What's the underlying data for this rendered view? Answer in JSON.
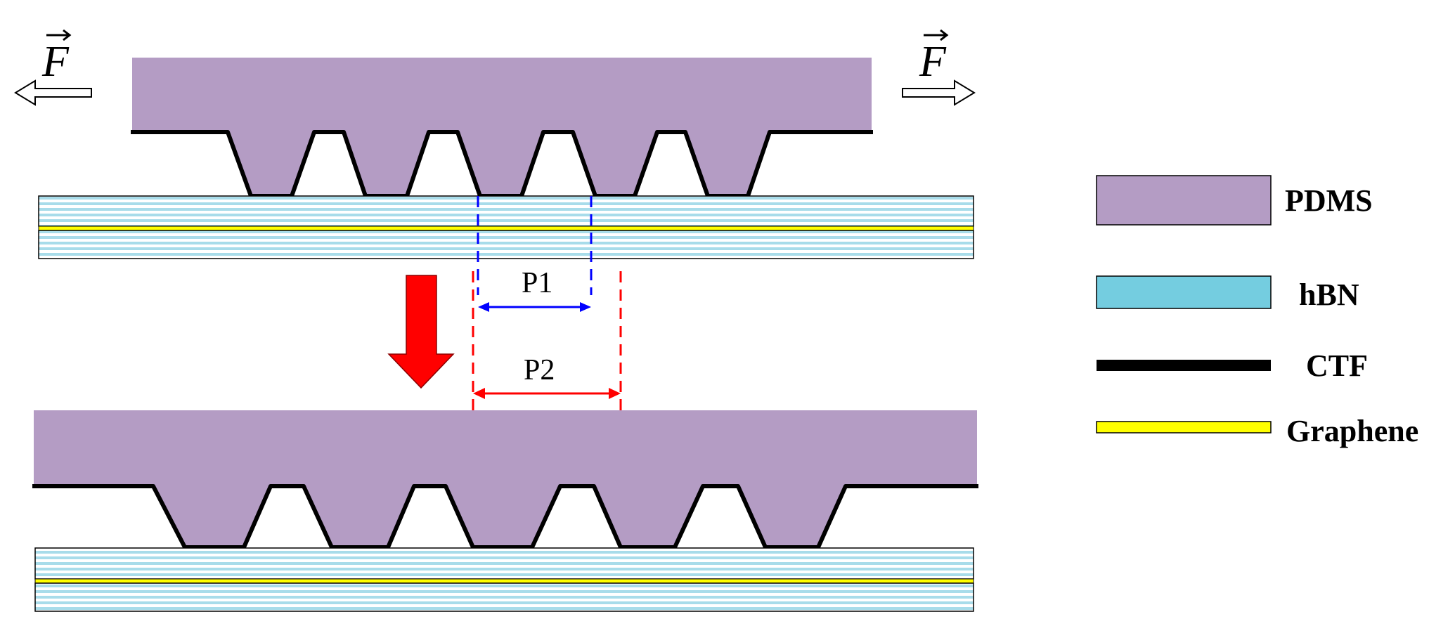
{
  "colors": {
    "pdms": "#b49cc4",
    "hbn": "#74cde0",
    "hbn_line": "#9ed9e8",
    "ctf": "#000000",
    "graphene": "#ffff00",
    "p1": "#0000ff",
    "p2": "#ff0000",
    "big_arrow": "#ff0000",
    "force_arrow_fill": "#ffffff"
  },
  "force": {
    "left_label": "F",
    "right_label": "F",
    "vector_glyph": "⃗"
  },
  "dimensions": {
    "p1_label": "P1",
    "p2_label": "P2"
  },
  "legend": {
    "items": [
      {
        "key": "pdms",
        "label": "PDMS"
      },
      {
        "key": "hbn",
        "label": "hBN"
      },
      {
        "key": "ctf",
        "label": "CTF"
      },
      {
        "key": "graphene",
        "label": "Graphene"
      }
    ]
  },
  "icons": {
    "left_force": "left-hollow-arrow-icon",
    "right_force": "right-hollow-arrow-icon",
    "transition": "down-arrow-icon"
  }
}
